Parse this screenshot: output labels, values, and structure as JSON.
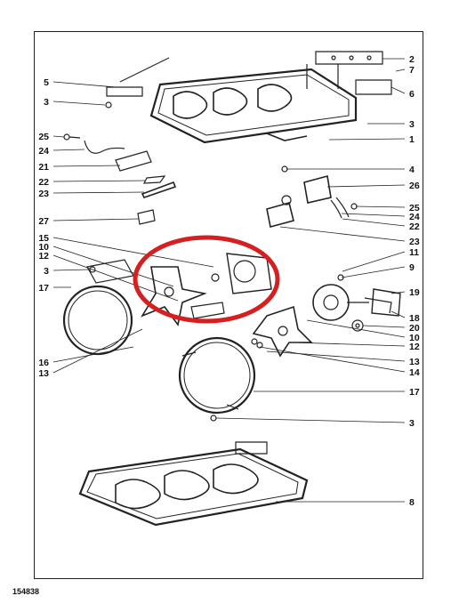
{
  "diagram": {
    "reference_code": "154838",
    "highlight_color": "#d42020",
    "callouts_left": [
      "5",
      "3",
      "25",
      "24",
      "21",
      "22",
      "23",
      "27",
      "15",
      "10",
      "12",
      "3",
      "17",
      "16",
      "13"
    ],
    "callouts_right": [
      "2",
      "7",
      "6",
      "3",
      "1",
      "4",
      "26",
      "25",
      "24",
      "22",
      "23",
      "11",
      "9",
      "19",
      "18",
      "20",
      "10",
      "12",
      "13",
      "14",
      "17",
      "3",
      "8"
    ]
  }
}
